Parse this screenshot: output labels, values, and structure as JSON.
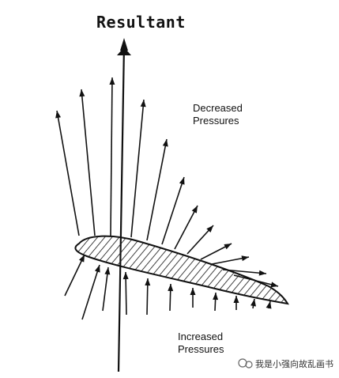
{
  "diagram": {
    "title": "Resultant",
    "upper_label": [
      "Decreased",
      "Pressures"
    ],
    "lower_label": [
      "Increased",
      "Pressures"
    ],
    "watermark": "我是小强向故乱画书",
    "colors": {
      "ink": "#111111",
      "background": "#ffffff"
    }
  }
}
